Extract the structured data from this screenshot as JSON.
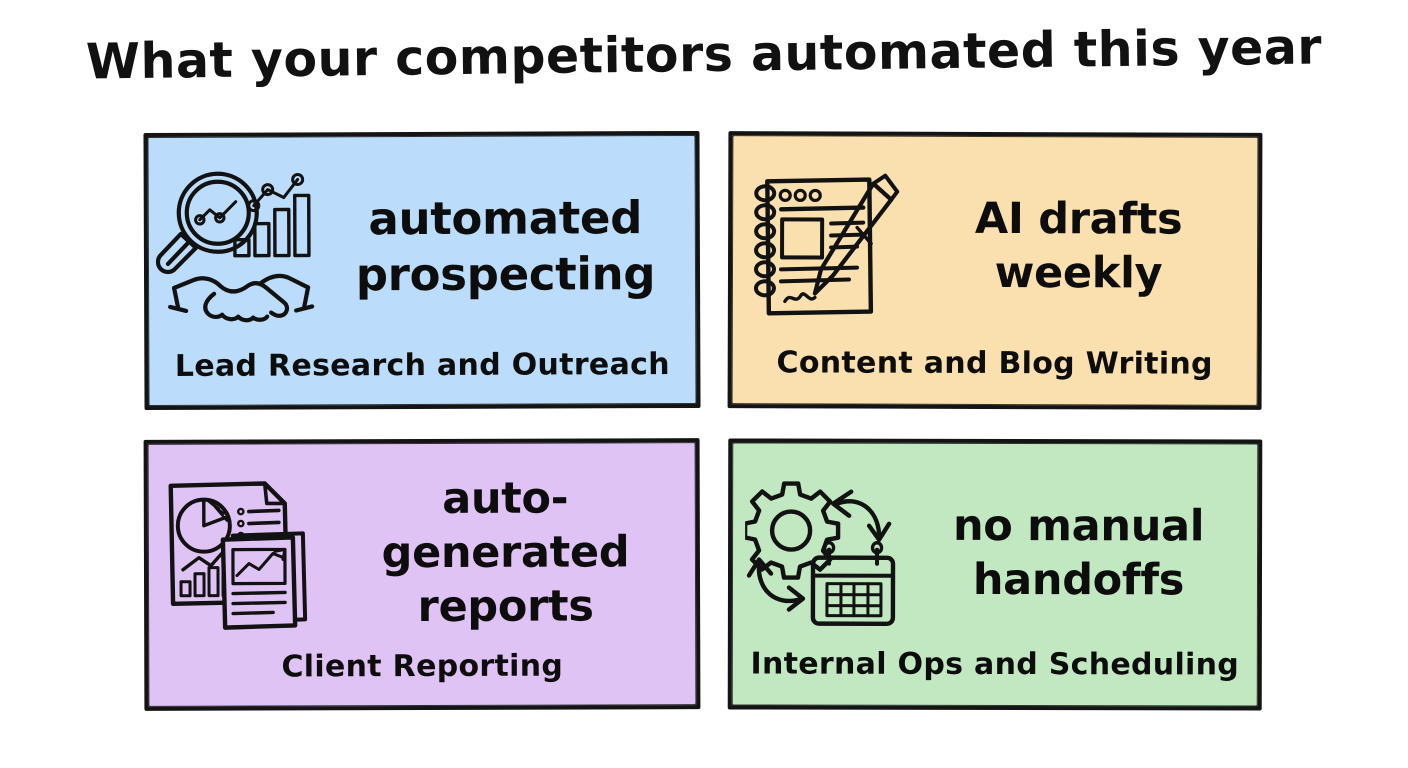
{
  "page": {
    "title": "What your competitors automated this year",
    "background": "#ffffff",
    "ink": "#111111"
  },
  "cards": [
    {
      "id": "automated-prospecting",
      "headline": "automated prospecting",
      "headline_line1": "automated",
      "headline_line2": "prospecting",
      "subtitle": "Lead Research and Outreach",
      "color": "#bbdcfa",
      "icon": "magnifier-chart-handshake-icon"
    },
    {
      "id": "ai-drafts-weekly",
      "headline": "AI drafts weekly",
      "headline_line1": "AI drafts",
      "headline_line2": "weekly",
      "subtitle": "Content and Blog Writing",
      "color": "#fadfaf",
      "icon": "notebook-pen-icon"
    },
    {
      "id": "auto-generated-reports",
      "headline": "auto-generated reports",
      "headline_line1": "auto-generated",
      "headline_line2": "reports",
      "subtitle": "Client Reporting",
      "color": "#dfc3f5",
      "icon": "documents-charts-icon"
    },
    {
      "id": "no-manual-handoffs",
      "headline": "no manual handoffs",
      "headline_line1": "no manual",
      "headline_line2": "handoffs",
      "subtitle": "Internal Ops and Scheduling",
      "color": "#c2e8c2",
      "icon": "gear-arrows-calendar-icon"
    }
  ]
}
